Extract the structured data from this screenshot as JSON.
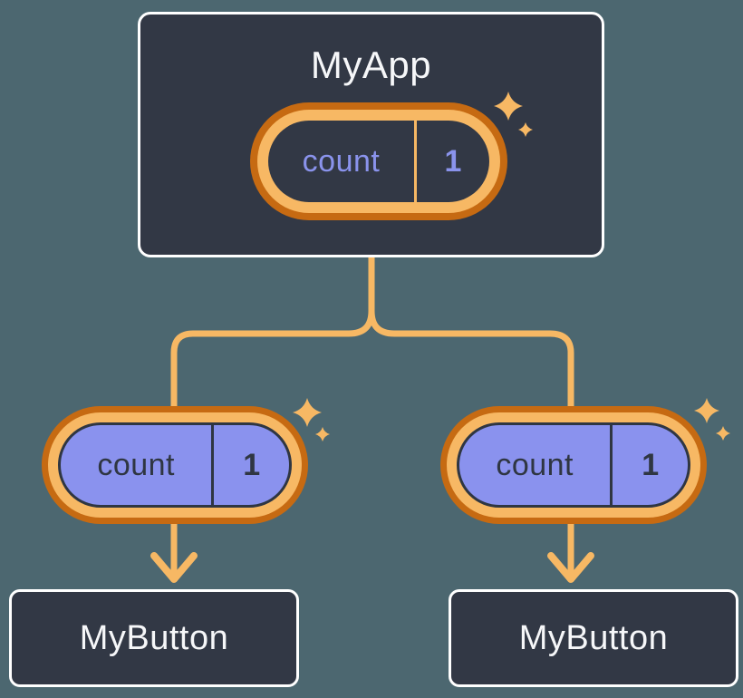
{
  "diagram": {
    "root": {
      "title": "MyApp",
      "state_name": "count",
      "state_value": "1"
    },
    "child_left": {
      "title": "MyButton",
      "state_name": "count",
      "state_value": "1"
    },
    "child_right": {
      "title": "MyButton",
      "state_name": "count",
      "state_value": "1"
    }
  },
  "icons": {
    "sparkle": "four-point-star ✦"
  },
  "colors": {
    "background": "#4C6770",
    "box_fill": "#323845",
    "box_border": "#FFFFFF",
    "title_text": "#F6F7F9",
    "orange_dark": "#C66A12",
    "orange_light": "#F7B864",
    "purple_fill": "#8A92EE",
    "purple_text": "#8A93EC",
    "ink": "#2F3642"
  }
}
